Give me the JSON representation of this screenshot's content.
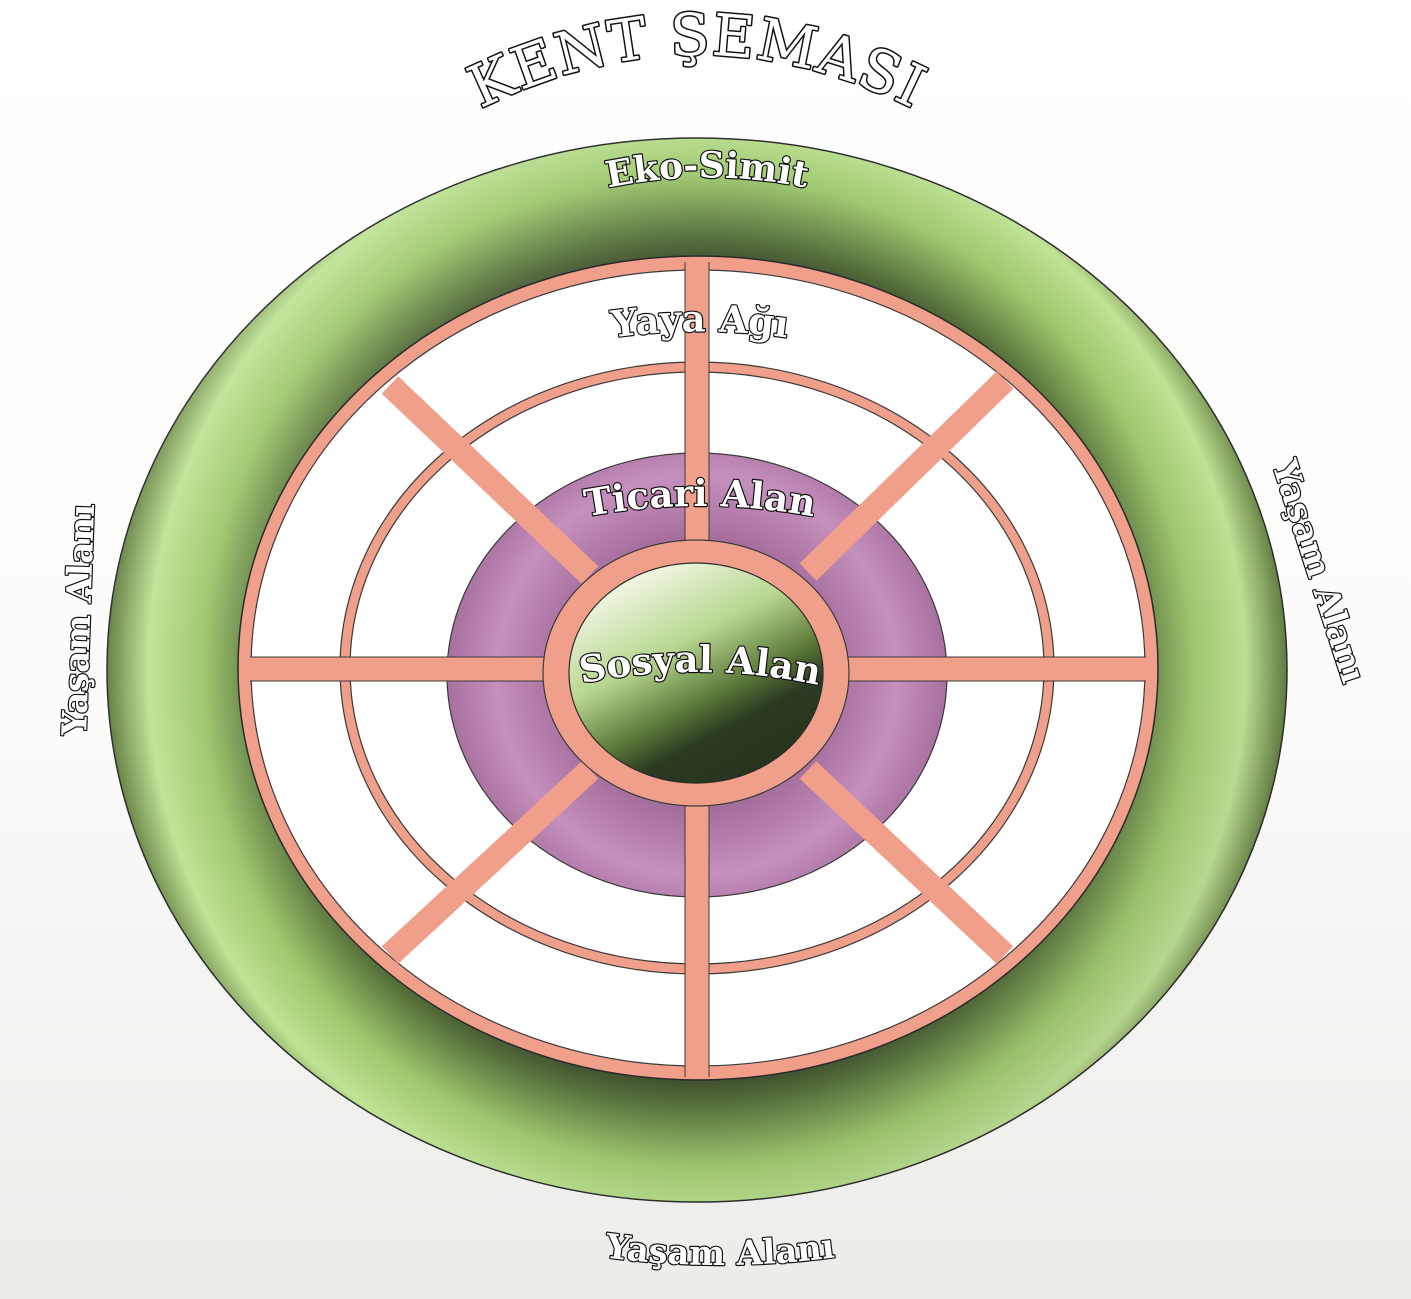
{
  "title": "KENT ŞEMASI",
  "rings": {
    "eco": "Eko-Simit",
    "pedestrian": "Yaya Ağı",
    "commercial": "Ticari Alan",
    "social": "Sosyal Alan"
  },
  "living_areas": {
    "left": "Yaşam Alanı",
    "right": "Yaşam Alanı",
    "bottom": "Yaşam Alanı"
  },
  "colors": {
    "eco_light": "#b7dc87",
    "eco_dark": "#2f3b22",
    "commercial": "#b87aaa",
    "roads": "#f0a08a",
    "social_light": "#eef5dc",
    "social_dark": "#2b3a21"
  }
}
